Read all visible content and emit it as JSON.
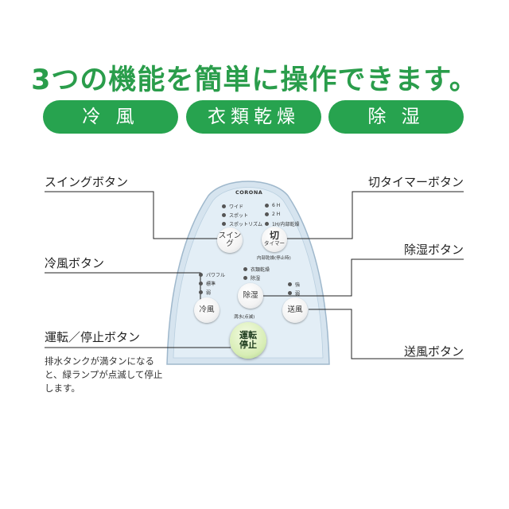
{
  "headline": "3つの機能を簡単に操作できます。",
  "modes": [
    "冷 風",
    "衣類乾燥",
    "除 湿"
  ],
  "callouts": {
    "swing": "スイングボタン",
    "timer_off": "切タイマーボタン",
    "cool_air": "冷風ボタン",
    "dehumidify": "除湿ボタン",
    "run_stop": "運転／停止ボタン",
    "fan": "送風ボタン"
  },
  "note": "排水タンクが満タンになると、緑ランプが点滅して停止します。",
  "panel": {
    "brand": "CORONA",
    "swing_indicators": [
      "ワイド",
      "スポット",
      "スポットリズム"
    ],
    "timer_indicators": [
      "6 H",
      "2 H",
      "1H/内部乾燥"
    ],
    "swing_label": "スイング",
    "timer_label_top": "切",
    "timer_label_sub": "タイマー",
    "internal_dry": "内部乾燥(停止時)",
    "cool_indicators": [
      "パワフル",
      "標準",
      "弱"
    ],
    "mode_indicators": [
      "衣類乾燥",
      "除湿"
    ],
    "fan_indicators": [
      "強",
      "弱"
    ],
    "cool_label": "冷風",
    "dehum_label": "除湿",
    "fan_label": "送風",
    "water_full": "満水(点滅)",
    "run_line1": "運転",
    "run_line2": "停止"
  },
  "colors": {
    "green": "#27a34f",
    "headline_green": "#2a9d4b",
    "panel_blue": "#d6e4ef"
  }
}
